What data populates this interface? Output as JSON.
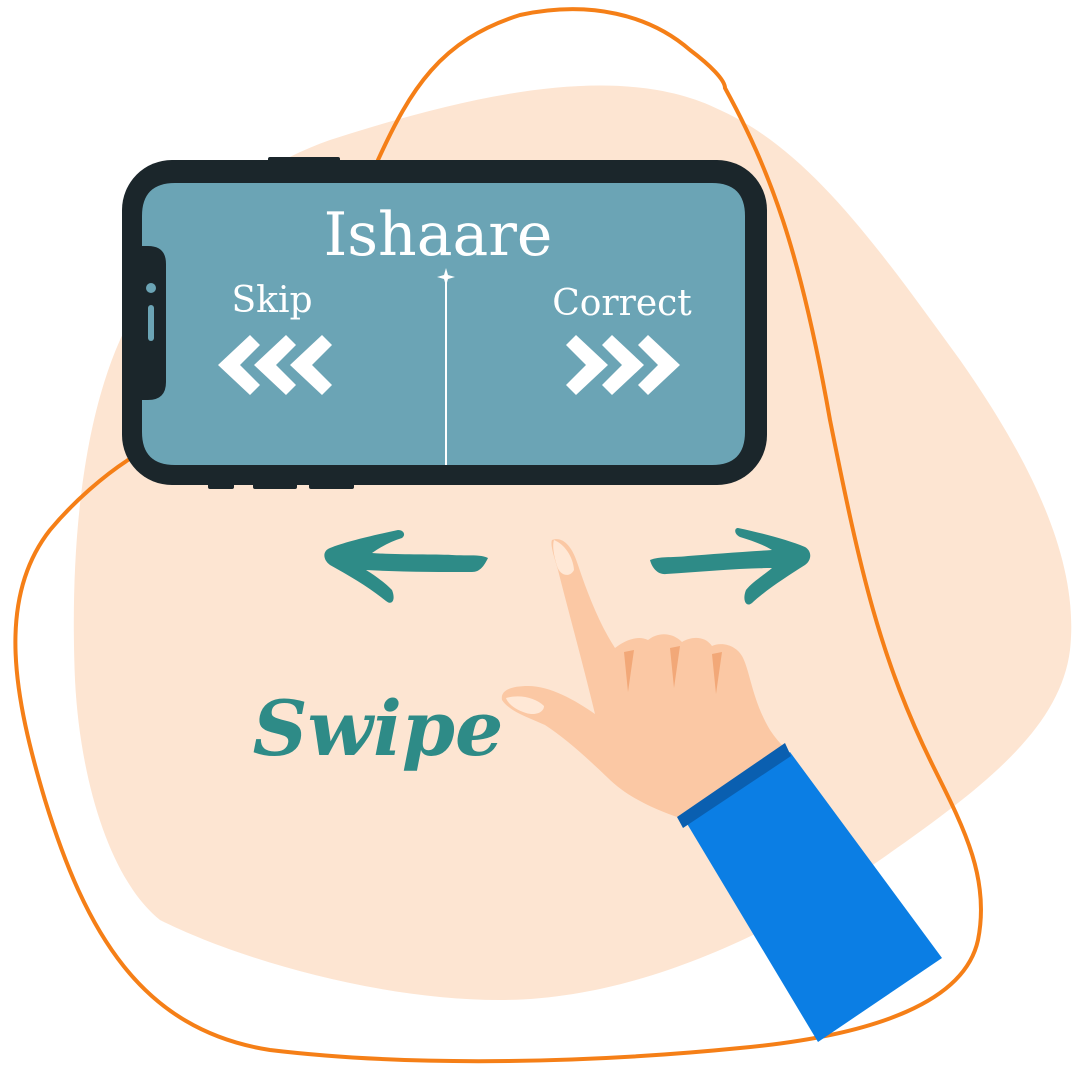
{
  "app": {
    "title": "Ishaare"
  },
  "actions": {
    "left_label": "Skip",
    "right_label": "Correct",
    "left_chevrons": "left-chevrons-icon",
    "right_chevrons": "right-chevrons-icon"
  },
  "gesture": {
    "label": "Swipe"
  },
  "colors": {
    "blob": "#fde5d2",
    "outline": "#f57f17",
    "phone_frame": "#1b262b",
    "screen": "#6ba4b5",
    "teal": "#2e8b87",
    "skin": "#fbc8a4",
    "sleeve": "#0b7ee4",
    "cuff": "#0a5fb0"
  }
}
